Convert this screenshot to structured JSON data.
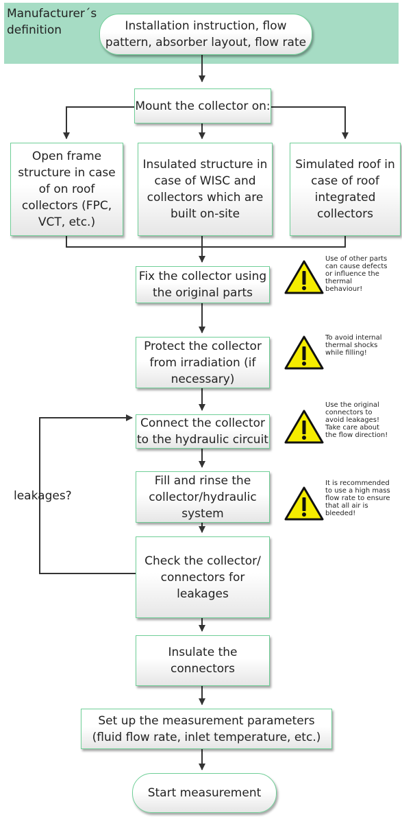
{
  "header": {
    "label_line1": "Manufacturer´s",
    "label_line2": "definition"
  },
  "nodes": {
    "start": [
      "Installation instruction, flow",
      "pattern, absorber layout, flow rate"
    ],
    "mount": [
      "Mount the collector on:"
    ],
    "open_frame": [
      "Open frame",
      "structure in case",
      "of on roof",
      "collectors (FPC,",
      "VCT, etc.)"
    ],
    "insulated": [
      "Insulated structure in",
      "case of WISC and",
      "collectors which are",
      "built on-site"
    ],
    "simulated": [
      "Simulated roof in",
      "case of roof",
      "integrated",
      "collectors"
    ],
    "fix": [
      "Fix the collector using",
      "the original parts"
    ],
    "protect": [
      "Protect the collector",
      "from irradiation (if",
      "necessary)"
    ],
    "connect": [
      "Connect the collector",
      "to the hydraulic circuit"
    ],
    "fill": [
      "Fill and rinse the",
      "collector/hydraulic",
      "system"
    ],
    "check": [
      "Check the collector/",
      "connectors for",
      "leakages"
    ],
    "insulate": [
      "Insulate the",
      "connectors"
    ],
    "setup": [
      "Set up the measurement parameters",
      "(fluid flow rate, inlet temperature, etc.)"
    ],
    "end": [
      "Start measurement"
    ]
  },
  "loop_label": "leakages?",
  "warnings": {
    "fix": [
      "Use of other parts",
      "can cause defects",
      "or influence the",
      "thermal",
      "behaviour!"
    ],
    "protect": [
      "To avoid internal",
      "thermal shocks",
      "while filling!"
    ],
    "connect": [
      "Use the original",
      "connectors to",
      "avoid leakages!",
      "Take care about",
      "the flow direction!"
    ],
    "fill": [
      "It is recommended",
      "to use a high mass",
      "flow rate to ensure",
      "that all air is",
      "bleeded!"
    ]
  },
  "colors": {
    "header_band": "#a6dcc4",
    "node_border": "#6fcf97",
    "arrow": "#333333",
    "warning_fill": "#f5ec00"
  },
  "icons": {
    "warning": "warning-triangle-icon"
  }
}
